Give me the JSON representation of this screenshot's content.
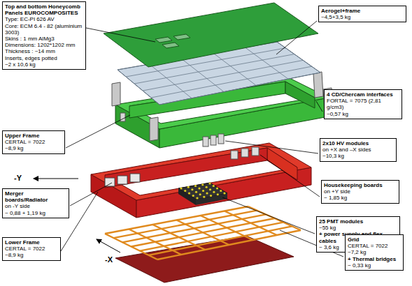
{
  "diagram": {
    "nodes": [
      {
        "text": [
          "Top and bottom Honeycomb Panels EUROCOMPOSITES",
          "Type: EC-PI 626 AV",
          "Core: ECM 6.4 - 82 (aluminium 3003)",
          "Skins : 1 mm AlMg3",
          "Dimensions: 1202*1202 mm",
          "Thickness : ~14 mm",
          "Inserts, edges potted",
          "~2 x 10,6 kg"
        ]
      },
      {
        "text": [
          "Aerogel+frame",
          "~4,5+3,5 kg"
        ]
      },
      {
        "text": [
          "4 CD/Chercam interfaces",
          "FORTAL = 7075 (2,81 g/cm3)",
          "~0,57 kg"
        ]
      },
      {
        "text": [
          "2x10 HV modules",
          "on +X and –X sides",
          "~10,3 kg"
        ]
      },
      {
        "text": [
          "Upper Frame",
          "CERTAL = 7022",
          "~8,9 kg"
        ]
      },
      {
        "text": [
          "Housekeeping boards",
          "on +Y side",
          "~ 1,85 kg"
        ]
      },
      {
        "text": [
          "Merger boards/Radiator",
          "on -Y side",
          "~ 0,88 + 1,19 kg"
        ]
      },
      {
        "text": [
          "25 PMT modules",
          "~55 kg",
          "+ power supply and flex cables",
          "~ 3,6 kg"
        ]
      },
      {
        "text": [
          "Lower Frame",
          "CERTAL = 7022",
          "~8,9 kg"
        ]
      },
      {
        "text": [
          "Grid",
          "CERTAL = 7022",
          "~7,2 kg",
          "+ Thermal bridges",
          "~ 0,33 kg"
        ]
      }
    ],
    "labels": [
      "-Y",
      "-X"
    ]
  }
}
